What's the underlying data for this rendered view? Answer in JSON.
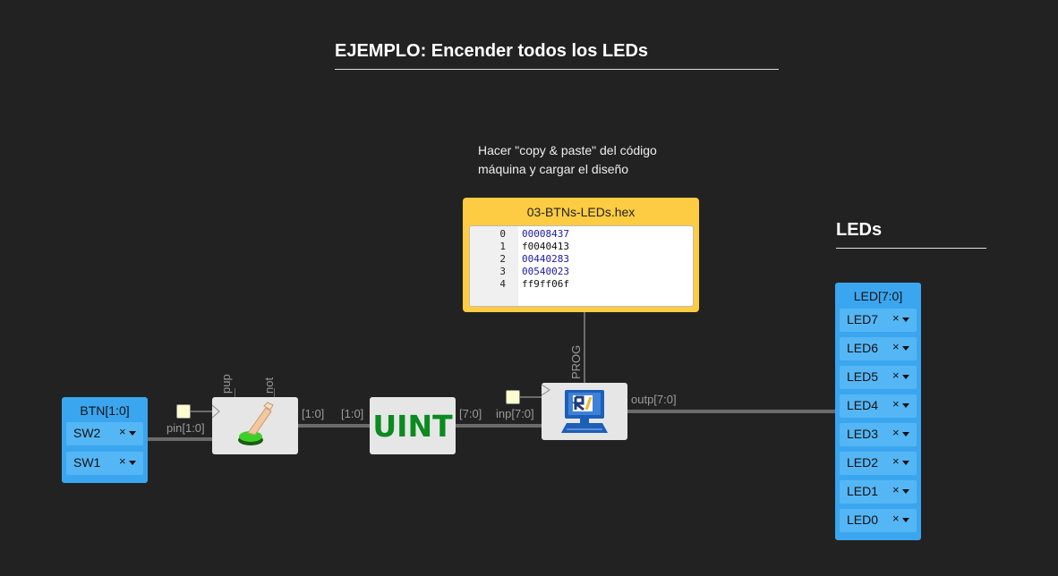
{
  "title": "EJEMPLO: Encender todos los LEDs",
  "leds_heading": "LEDs",
  "note": "Hacer \"copy & paste\" del código\nmáquina y cargar el diseño",
  "input_port": {
    "header": "BTN[1:0]",
    "pins": [
      {
        "label": "SW2",
        "remove": "×"
      },
      {
        "label": "SW1",
        "remove": "×"
      }
    ]
  },
  "output_port": {
    "header": "LED[7:0]",
    "pins": [
      {
        "label": "LED7",
        "remove": "×"
      },
      {
        "label": "LED6",
        "remove": "×"
      },
      {
        "label": "LED5",
        "remove": "×"
      },
      {
        "label": "LED4",
        "remove": "×"
      },
      {
        "label": "LED3",
        "remove": "×"
      },
      {
        "label": "LED2",
        "remove": "×"
      },
      {
        "label": "LED1",
        "remove": "×"
      },
      {
        "label": "LED0",
        "remove": "×"
      }
    ]
  },
  "memory": {
    "filename": "03-BTNs-LEDs.hex",
    "lines": [
      {
        "n": "0",
        "v": "00008437",
        "color": "#1a1aa6"
      },
      {
        "n": "1",
        "v": "f0040413",
        "color": "#111111"
      },
      {
        "n": "2",
        "v": "00440283",
        "color": "#1a1aa6"
      },
      {
        "n": "3",
        "v": "00540023",
        "color": "#1a1aa6"
      },
      {
        "n": "4",
        "v": "ff9ff06f",
        "color": "#111111"
      }
    ]
  },
  "wire_labels": {
    "pin": "pin[1:0]",
    "button_out": "[1:0]",
    "uint_in": "[1:0]",
    "uint_out": "[7:0]",
    "cpu_in": "inp[7:0]",
    "cpu_out": "outp[7:0]",
    "prog": "PROG",
    "pup": "pup",
    "not": "not"
  },
  "uint_label": "UINT",
  "icons": {
    "button_block": "push-button-icon",
    "cpu_block": "riscv-computer-icon"
  },
  "colors": {
    "background": "#222222",
    "port_blue": "#3aa6ef",
    "memory_yellow": "#fdcc43",
    "uint_green": "#0a8a1f"
  }
}
